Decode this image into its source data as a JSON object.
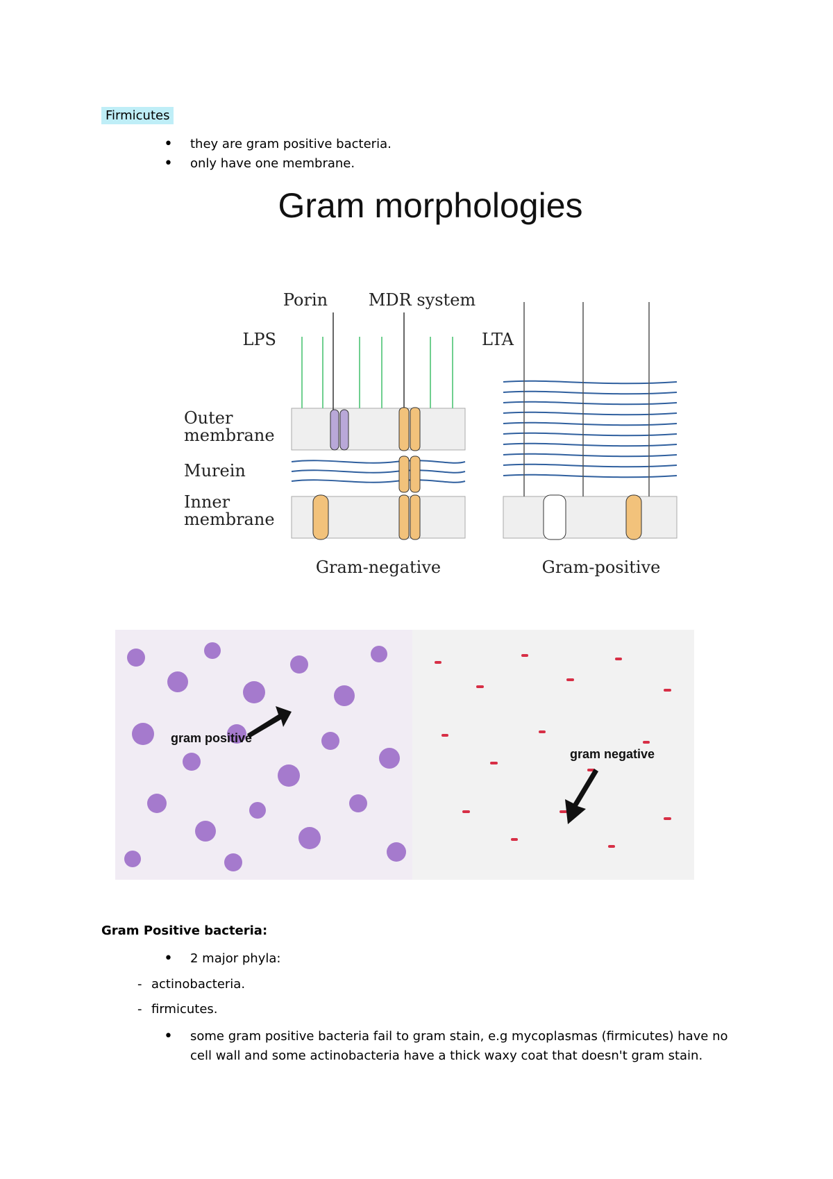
{
  "intro": {
    "heading": "Firmicutes",
    "bullets": [
      "they are gram positive bacteria.",
      "only have one membrane."
    ]
  },
  "diagram": {
    "title": "Gram morphologies",
    "labels": {
      "porin": "Porin",
      "mdr": "MDR system",
      "lps": "LPS",
      "lta": "LTA",
      "outer_membrane_1": "Outer",
      "outer_membrane_2": "membrane",
      "murein": "Murein",
      "inner_membrane_1": "Inner",
      "inner_membrane_2": "membrane",
      "gram_negative": "Gram-negative",
      "gram_positive": "Gram-positive"
    },
    "colors": {
      "lps": "#6fcf8f",
      "murein": "#2f5f9e",
      "porin": "#b9a8d8",
      "mdr": "#f2c27b"
    }
  },
  "photo": {
    "left_label": "gram positive",
    "right_label": "gram negative",
    "colors": {
      "left_bg": "#f1ecf4",
      "left_cells": "#9d6ec9",
      "right_bg": "#f2f2f2",
      "right_cells": "#d72f46"
    }
  },
  "gram_positive_section": {
    "heading": "Gram Positive bacteria:",
    "bullet_1": "2 major phyla:",
    "dash_items": [
      "actinobacteria.",
      "firmicutes."
    ],
    "bullet_2_line_1": "some gram positive bacteria fail to gram stain, e.g mycoplasmas (firmicutes) have no",
    "bullet_2_line_2": "cell wall and some actinobacteria have a thick waxy coat that doesn't gram stain."
  }
}
